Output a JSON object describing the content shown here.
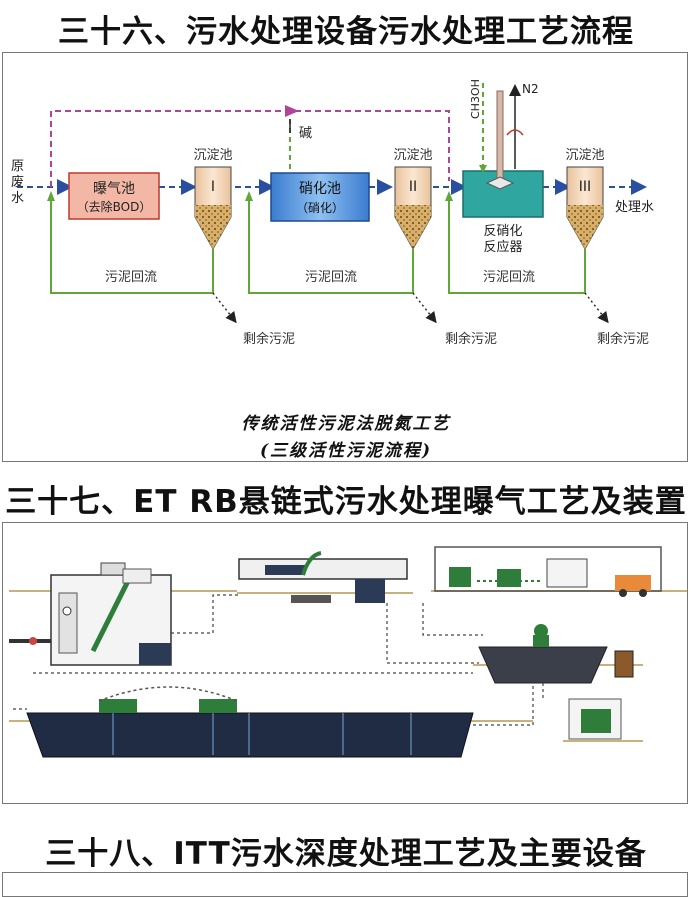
{
  "headings": {
    "s36": "三十六、污水处理设备污水处理工艺流程",
    "s37": "三十七、ET RB悬链式污水处理曝气工艺及装置",
    "s38": "三十八、ITT污水深度处理工艺及主要设备"
  },
  "diagram1": {
    "raw_water": [
      "原",
      "废",
      "水"
    ],
    "aeration_tank": [
      "曝气池",
      "（去除BOD）"
    ],
    "settling_label": "沉淀池",
    "tank_numerals": [
      "I",
      "II",
      "III"
    ],
    "alkali": "碱",
    "nitrification_tank": [
      "硝化池",
      "（硝化）"
    ],
    "methanol": "CH3OH",
    "nitrogen": "N2",
    "denitrification_reactor": [
      "反硝化",
      "反应器"
    ],
    "treated_water": "处理水",
    "sludge_return": "污泥回流",
    "excess_sludge": "剩余污泥",
    "caption": [
      "传统活性污泥法脱氮工艺",
      "(三级活性污泥流程)"
    ]
  },
  "colors": {
    "flow_blue": "#2a4fa0",
    "return_green": "#5fa838",
    "purple": "#b0449a",
    "aeration_red": "#c0392b",
    "aeration_fill": "#f3b7a6",
    "nitrification_fill": "#4f8fd8",
    "reactor_fill": "#2fa6a0",
    "tank_fill": "#f5d6b8",
    "sludge_fill": "#d8b06a"
  }
}
